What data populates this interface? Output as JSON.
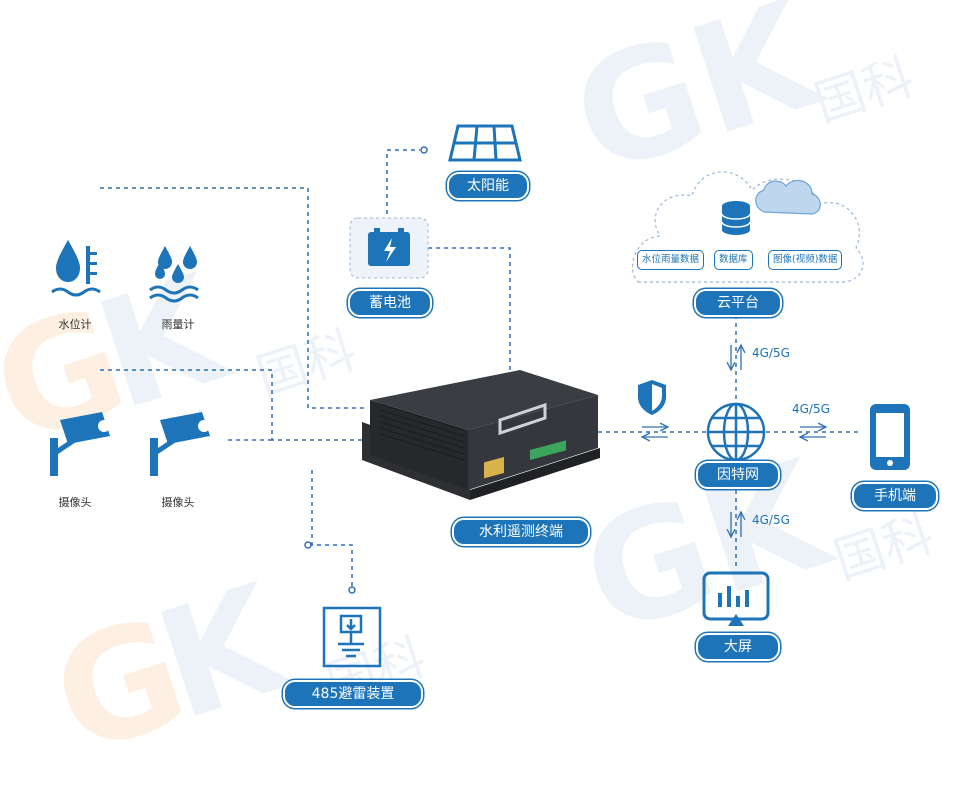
{
  "colors": {
    "accent": "#1d74b8",
    "line": "#2f6fb3",
    "watermark_blue": "#dfe8f3",
    "watermark_orange": "#fbe3cc"
  },
  "watermark": {
    "brand": "GK",
    "chars": "国科"
  },
  "sensors": [
    {
      "id": "water_level",
      "label": "水位计",
      "icon": "water-level-icon"
    },
    {
      "id": "rain_gauge",
      "label": "雨量计",
      "icon": "rain-gauge-icon"
    },
    {
      "id": "camera1",
      "label": "摄像头",
      "icon": "camera-icon"
    },
    {
      "id": "camera2",
      "label": "摄像头",
      "icon": "camera-icon"
    }
  ],
  "nodes": {
    "solar": "太阳能",
    "battery": "蓄电池",
    "terminal": "水利遥测终端",
    "lightning": "485避雷装置",
    "cloud": "云平台",
    "internet": "因特网",
    "phone": "手机端",
    "screen": "大屏"
  },
  "cloud_items": [
    "水位雨量数据",
    "数据库",
    "图像(视频)数据"
  ],
  "links": {
    "cloud_internet": "4G/5G",
    "internet_phone": "4G/5G",
    "internet_screen": "4G/5G"
  }
}
